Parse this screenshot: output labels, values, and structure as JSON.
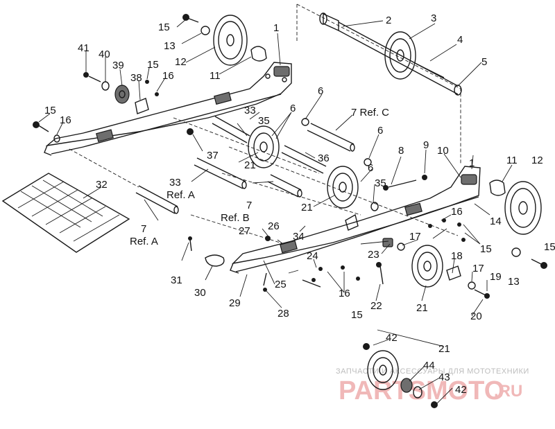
{
  "callouts": {
    "c1a": "1",
    "c1b": "1",
    "c2": "2",
    "c3": "3",
    "c4": "4",
    "c5": "5",
    "c6a": "6",
    "c6b": "6",
    "c6c": "6",
    "c6d": "6",
    "c7c": "7 Ref. C",
    "c7b": "7",
    "c7b_ref": "Ref. B",
    "c7a": "7",
    "c7a_ref": "Ref. A",
    "c8": "8",
    "c9": "9",
    "c10": "10",
    "c11a": "11",
    "c11b": "11",
    "c12a": "12",
    "c12b": "12",
    "c13a": "13",
    "c13b": "13",
    "c14": "14",
    "c15a": "15",
    "c15b": "15",
    "c15c": "15",
    "c15d": "15",
    "c15e": "15",
    "c15f": "15",
    "c16a": "16",
    "c16b": "16",
    "c16c": "16",
    "c16d": "16",
    "c17a": "17",
    "c17b": "17",
    "c18": "18",
    "c19": "19",
    "c20": "20",
    "c21a": "21",
    "c21b": "21",
    "c21c": "21",
    "c21d": "21",
    "c22": "22",
    "c23": "23",
    "c24": "24",
    "c25": "25",
    "c26": "26",
    "c27": "27",
    "c28": "28",
    "c29": "29",
    "c30": "30",
    "c31": "31",
    "c32": "32",
    "c33a": "33",
    "c33b": "33",
    "c33b_ref": "Ref. A",
    "c34": "34",
    "c35a": "35",
    "c35b": "35",
    "c36": "36",
    "c37": "37",
    "c38": "38",
    "c39": "39",
    "c40": "40",
    "c41": "41",
    "c42a": "42",
    "c42b": "42",
    "c43": "43",
    "c44": "44"
  },
  "watermark": {
    "caption": "ЗАПЧАСТИ И АКСЕССУАРЫ ДЛЯ МОТОТЕХНИКИ",
    "logo": "PARTSMOTO",
    "domain": ".RU"
  }
}
